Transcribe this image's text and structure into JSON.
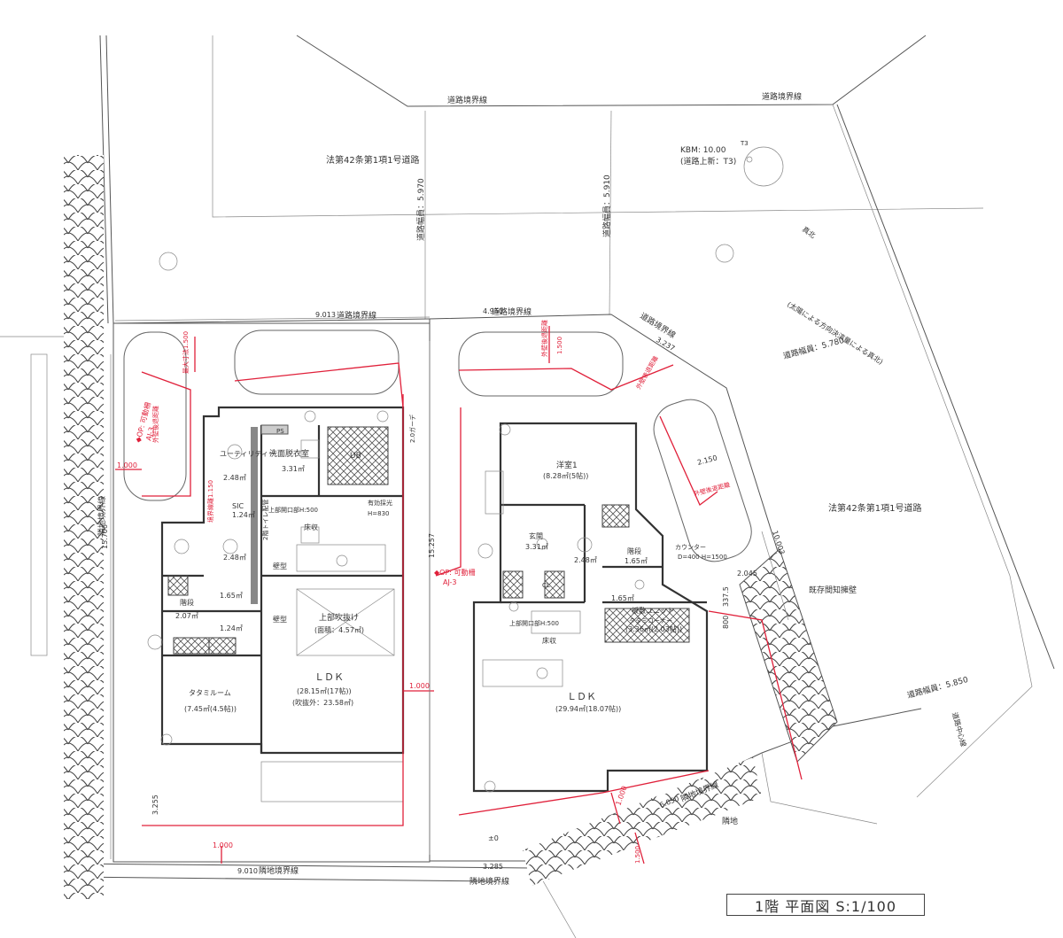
{
  "title": "1階 平面図 S:1/100",
  "road_labels": {
    "road_north": "法第42条第1項1号道路",
    "road_east": "法第42条第1項1号道路",
    "road_boundary_1": "道路境界線",
    "road_boundary_2": "道路境界線",
    "road_boundary_3": "道路境界線",
    "road_boundary_4": "道路境界線",
    "road_boundary_5": "道路境界線",
    "road_width_1": "道路幅員：5.970",
    "road_width_2": "道路幅員：5.910",
    "road_width_3": "道路幅員：5.780",
    "road_width_4": "道路幅員：5.850",
    "kbm": "KBM: 10.00",
    "kbm_sub": "(道路上新：T3)",
    "t3": "T3",
    "north": "真北",
    "compass_note": "(太陽による方向決済量による真北)",
    "road_center": "道路中心線",
    "neighbor_boundary_1": "隣地境界線",
    "neighbor_boundary_2": "隣地境界線",
    "neighbor_boundary_3": "隣地境界線",
    "neighbor_boundary_4": "隣地境界線",
    "existing_wall": "既存間知擁壁",
    "neighbor_land": "隣地"
  },
  "dimensions": {
    "d_9013": "9.013",
    "d_4950": "4.950",
    "d_15706": "15.706",
    "d_15257": "15.257",
    "d_9010": "9.010",
    "d_3285": "3.285",
    "d_3255": "3.255",
    "d_3237": "3.237",
    "d_10003": "10.003",
    "d_6050": "6.050",
    "d_1000_a": "1.000",
    "d_1000_b": "1.000",
    "d_1000_c": "1.000",
    "d_1000_d": "1.000",
    "d_2150": "2.150",
    "d_2045": "2.045",
    "d_800": "800",
    "d_337": "337.5"
  },
  "house_left": {
    "op_line": "◆OP: 可動柵",
    "op_code": "AJ-3",
    "utility": "ユーティリティー",
    "utility_area": "2.48㎡",
    "wash": "洗面脱衣室",
    "wash_area": "3.31㎡",
    "ub": "UB",
    "sic": "SIC",
    "sic_area": "1.24㎡",
    "wc_area": "2.48㎡",
    "stair": "階段",
    "stair_area": "2.07㎡",
    "storage_area_1": "1.65㎡",
    "storage_area_2": "1.24㎡",
    "tatami": "タタミルーム",
    "tatami_area": "(7.45㎡(4.5帖))",
    "ldk": "ＬＤＫ",
    "ldk_area": "(28.15㎡(17帖))",
    "ldk_note": "(吹抜外：23.58㎡)",
    "void": "上部吹抜け",
    "void_area": "(面積：4.57㎡)",
    "floor_storage": "床収",
    "skylight": "上部開口部H:500",
    "wall_1": "壁型",
    "wall_2": "壁型",
    "daylight": "有効採光",
    "daylight_sub": "H=830",
    "slope_label": "2階トイレ配管",
    "ps": "PS",
    "side_label": "2.0ガーデ"
  },
  "house_right": {
    "op_line": "◆OP: 可動柵",
    "op_code": "AJ-3",
    "western_room": "洋室1",
    "western_area": "(8.28㎡(5帖))",
    "entrance": "玄関",
    "entrance_area": "3.31㎡",
    "hall_area": "2.48㎡",
    "stair": "階段",
    "stair_area": "1.65㎡",
    "toilet_area": "1.65㎡",
    "bath": "板敷ユニット",
    "bath_sub": "タタミコーナー",
    "bath_area": "(3.36㎡(2.03帖))",
    "counter": "カウンター",
    "counter_dim": "D=400 H=1500",
    "ldk": "ＬＤＫ",
    "ldk_area": "(29.94㎡(18.07帖))",
    "floor_storage": "床収",
    "skylight": "上部開口部H:500",
    "level_mark": "±0",
    "cl": "CL"
  },
  "red_labels": {
    "r1": "最大寸法1.500",
    "r2": "境界線離1.150",
    "r3": "外壁後退距離",
    "r4": "外壁後退距離",
    "r5": "外壁後退距離",
    "r6": "外壁後退距離",
    "r7": "1.500",
    "r8": "1.500"
  }
}
